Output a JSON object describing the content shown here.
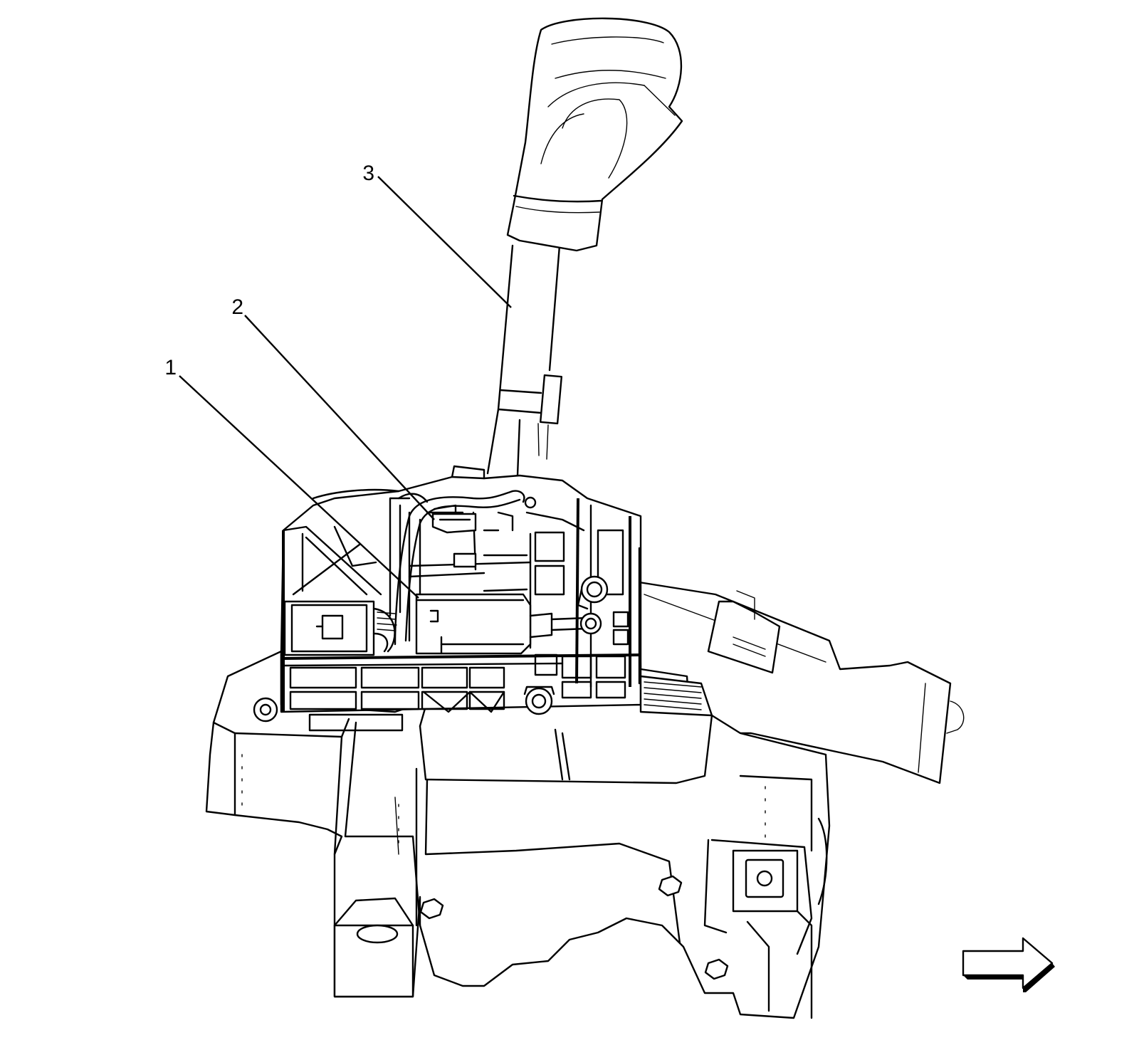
{
  "callouts": [
    {
      "label": "1",
      "part": "callout-1"
    },
    {
      "label": "2",
      "part": "callout-2"
    },
    {
      "label": "3",
      "part": "callout-3"
    }
  ],
  "icons": {
    "view_direction": "arrow-right-icon"
  }
}
